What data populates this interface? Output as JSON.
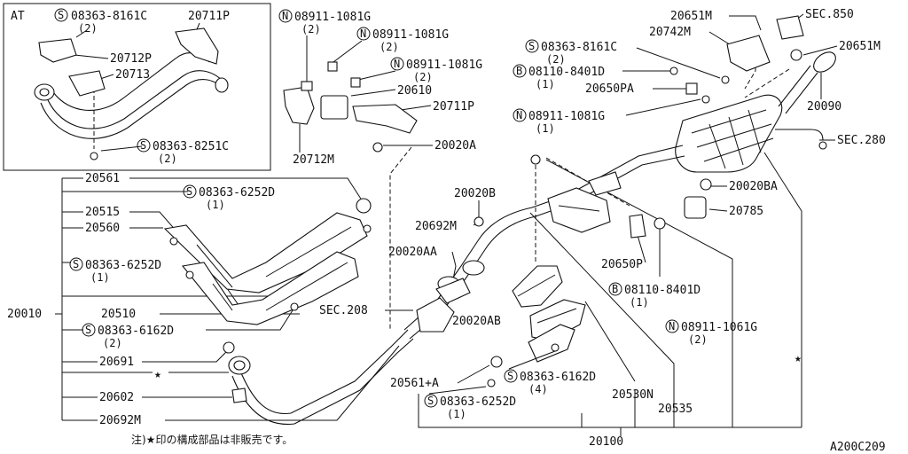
{
  "inset": {
    "at_label": "AT",
    "s_8161": "08363-8161C",
    "s_8161_qty": "(2)",
    "p_20711P": "20711P",
    "p_20712P": "20712P",
    "p_20713": "20713",
    "s_8251": "08363-8251C",
    "s_8251_qty": "(2)"
  },
  "top_middle": {
    "n1": "08911-1081G",
    "n1_qty": "(2)",
    "n2": "08911-1081G",
    "n2_qty": "(2)",
    "n3": "08911-1081G",
    "n3_qty": "(2)",
    "p_20610": "20610",
    "p_20711P": "20711P",
    "p_20712M": "20712M",
    "p_20020A": "20020A"
  },
  "top_right": {
    "p_20651M_a": "20651M",
    "sec850": "SEC.850",
    "p_20742M": "20742M",
    "s_8161": "08363-8161C",
    "s_8161_qty": "(2)",
    "p_20651M_b": "20651M",
    "b_8401": "08110-8401D",
    "b_8401_qty": "(1)",
    "p_20650PA": "20650PA",
    "p_20090": "20090",
    "n_1081": "08911-1081G",
    "n_1081_qty": "(1)",
    "sec280": "SEC.280",
    "p_20020BA": "20020BA",
    "p_20785": "20785"
  },
  "middle": {
    "p_20020B": "20020B",
    "p_20692M": "20692M",
    "p_20020AA": "20020AA",
    "sec208": "SEC.208",
    "p_20020AB": "20020AB",
    "p_20650P": "20650P",
    "b_8401": "08110-8401D",
    "b_8401_qty": "(1)",
    "n_1061": "08911-1061G",
    "n_1061_qty": "(2)"
  },
  "left": {
    "p_20561": "20561",
    "s_6252a": "08363-6252D",
    "s_6252a_qty": "(1)",
    "p_20515": "20515",
    "p_20560": "20560",
    "s_6252b": "08363-6252D",
    "s_6252b_qty": "(1)",
    "p_20010": "20010",
    "p_20510": "20510",
    "s_6162": "08363-6162D",
    "s_6162_qty": "(2)",
    "p_20691": "20691",
    "p_20602": "20602",
    "p_20692M": "20692M"
  },
  "bottom": {
    "p_20561A": "20561+A",
    "s_6162": "08363-6162D",
    "s_6162_qty": "(4)",
    "s_6252": "08363-6252D",
    "s_6252_qty": "(1)",
    "p_20530N": "20530N",
    "p_20535": "20535",
    "p_20100": "20100",
    "note": "注)★印の構成部品は非販売です。",
    "code": "A200C209"
  },
  "symbols": {
    "s": "S",
    "n": "N",
    "b": "B",
    "star": "★"
  }
}
